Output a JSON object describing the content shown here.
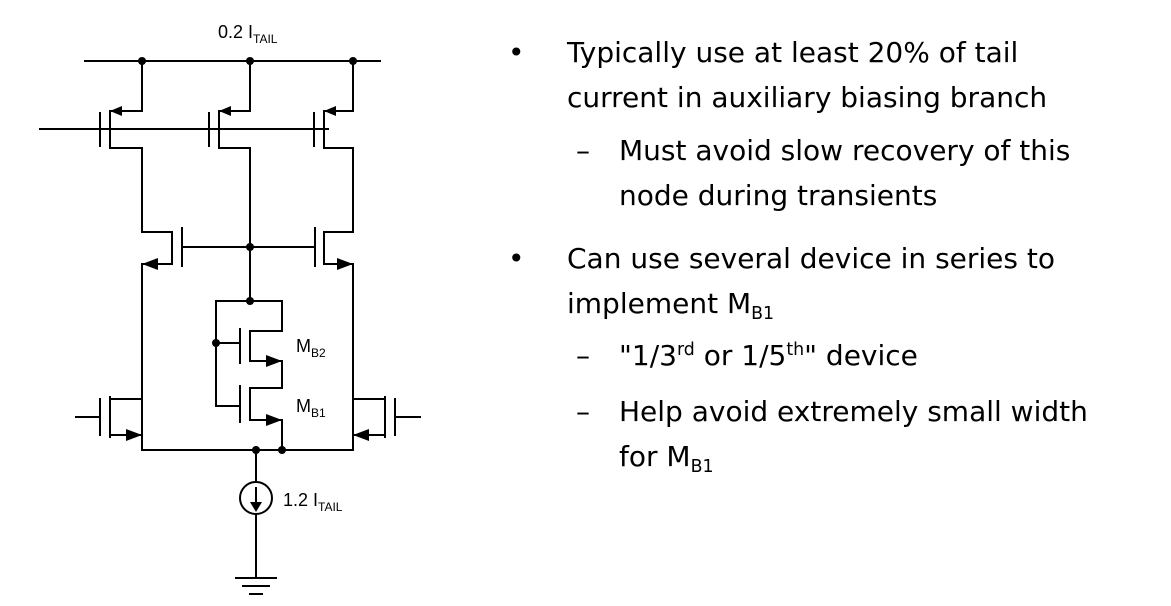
{
  "schematic": {
    "labels": {
      "top_current_coef": "0.2 I",
      "top_current_sub": "TAIL",
      "tail_current_coef": "1.2 I",
      "tail_current_sub": "TAIL",
      "mb2_main": "M",
      "mb2_sub": "B2",
      "mb1_main": "M",
      "mb1_sub": "B1"
    }
  },
  "bullets": [
    {
      "marker": "•",
      "line1": "Typically use at least 20% of tail",
      "line2": "current in auxiliary biasing branch",
      "subs": [
        {
          "marker": "–",
          "line1": "Must avoid slow recovery of this",
          "line2": "node during transients"
        }
      ]
    },
    {
      "marker": "•",
      "line1": "Can use several device in series to",
      "line2_prefix": "implement M",
      "line2_sub": "B1",
      "subs": [
        {
          "marker": "–",
          "prefix": "\"1/3",
          "sup1": "rd",
          "middle": " or 1/5",
          "sup2": "th",
          "suffix": "\" device"
        },
        {
          "marker": "–",
          "line1": "Help avoid extremely small width",
          "line2_prefix": "for M",
          "line2_sub": "B1"
        }
      ]
    }
  ]
}
